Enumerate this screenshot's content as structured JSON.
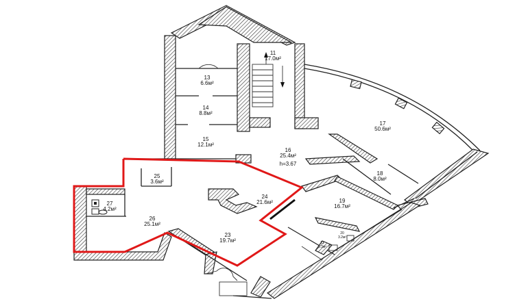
{
  "rooms": [
    {
      "id": "r11",
      "number": "11",
      "area": "17.0м²"
    },
    {
      "id": "r13",
      "number": "13",
      "area": "6.6м²"
    },
    {
      "id": "r14",
      "number": "14",
      "area": "8.8м²"
    },
    {
      "id": "r15",
      "number": "15",
      "area": "12.1м²"
    },
    {
      "id": "r16",
      "number": "16",
      "area": "25.4м²"
    },
    {
      "id": "r17",
      "number": "17",
      "area": "50.6м²"
    },
    {
      "id": "r18",
      "number": "18",
      "area": "8.0м²"
    },
    {
      "id": "r19",
      "number": "19",
      "area": "16.7м²"
    },
    {
      "id": "r20",
      "number": "20",
      "area": "3.2м²"
    },
    {
      "id": "r21",
      "number": "21",
      "area": "2.3м²"
    },
    {
      "id": "r23",
      "number": "23",
      "area": "19.7м²"
    },
    {
      "id": "r24",
      "number": "24",
      "area": "21.6м²"
    },
    {
      "id": "r25",
      "number": "25",
      "area": "3.6м²"
    },
    {
      "id": "r26",
      "number": "26",
      "area": "25.1м²"
    },
    {
      "id": "r27",
      "number": "27",
      "area": "4.2м²"
    }
  ],
  "ceiling_height": "h=3.67",
  "colors": {
    "highlight": "#e01818",
    "walls": "#222222",
    "background": "#ffffff"
  }
}
